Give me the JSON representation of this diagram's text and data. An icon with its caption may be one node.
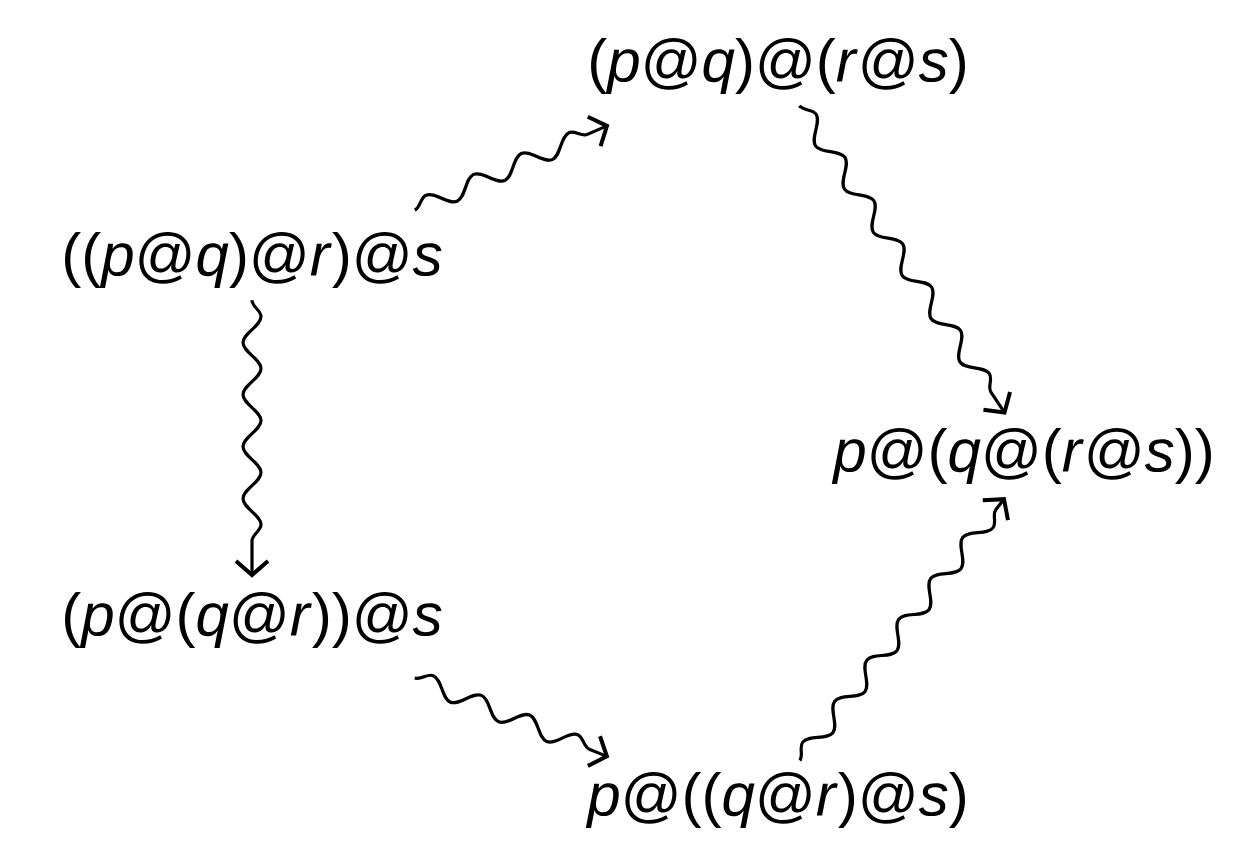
{
  "diagram": {
    "nodes": [
      {
        "text": [
          "((*p*@*q*)@*r*)@*s*"
        ]
      },
      {
        "text": [
          "(*p*@*q*)@(*r*@*s*)"
        ]
      },
      {
        "text": [
          "*p*@(*q*@(*r*@*s*))"
        ]
      },
      {
        "text": [
          "(*p*@(*q*@*r*))@*s*"
        ]
      },
      {
        "text": [
          "*p*@((*q*@*r*)@*s*)"
        ]
      }
    ],
    "edges": [
      {
        "from": 0,
        "to": 1,
        "arrow": "to"
      },
      {
        "from": 1,
        "to": 2,
        "arrow": "to"
      },
      {
        "from": 0,
        "to": 3,
        "arrow": "to"
      },
      {
        "from": 3,
        "to": 4,
        "arrow": "to"
      },
      {
        "from": 4,
        "to": 2,
        "arrow": "to"
      }
    ]
  }
}
